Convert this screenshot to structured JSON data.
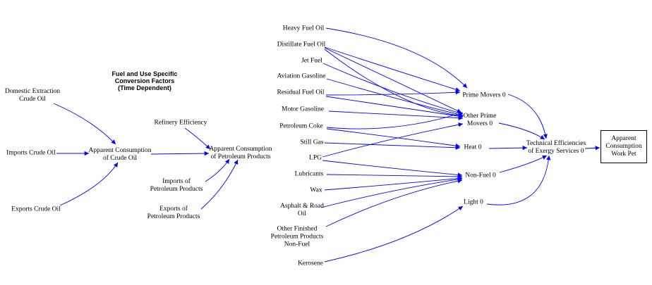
{
  "diagram": {
    "link_color": "#0000ff",
    "nodes": {
      "fuel_factors": "Fuel and Use Specific\nConversion Factors\n(Time Dependent)",
      "domestic_extraction": "Domestic Extraction\nCrude Oil",
      "imports_crude": "Imports Crude Oil",
      "exports_crude": "Exports Crude Oil",
      "apparent_crude": "Apparent Consumption\nof Crude Oil",
      "refinery_efficiency": "Refinery Efficiency",
      "apparent_petroleum": "Apparent Consumption\nof Petroleum Products",
      "imports_products": "Imports of\nPetroleum Products",
      "exports_products": "Exports of\nPetroleum Products",
      "heavy_fuel": "Heavy Fuel Oil",
      "distillate": "Distillate Fuel Oil",
      "jet_fuel": "Jet Fuel",
      "aviation_gas": "Aviation Gasoline",
      "residual": "Residual Fuel Oil",
      "motor_gas": "Motor Gasoline",
      "petcoke": "Petroleum Coke",
      "still_gas": "Still Gas",
      "lpg": "LPG",
      "lubricants": "Lubricants",
      "wax": "Wax",
      "asphalt": "Asphalt & Road\nOil",
      "other_finished": "Other Finished\nPetroleum Products\nNon-Fuel",
      "kerosene": "Kerosene",
      "prime_movers": "Prime Movers 0",
      "other_prime": "Other Prime\nMovers 0",
      "heat": "Heat 0",
      "non_fuel": "Non-Fuel 0",
      "light": "Light 0",
      "technical_eff": "Technical Efficiencies\nof Exergy Services 0",
      "apparent_work": "Apparent\nConsumption\nWork Pet"
    }
  }
}
